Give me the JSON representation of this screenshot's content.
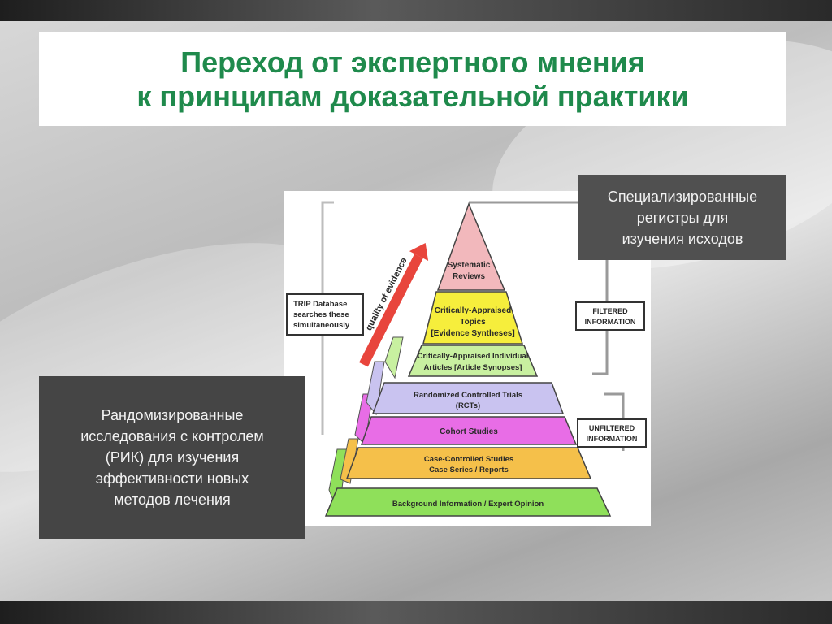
{
  "title": {
    "line1": "Переход от экспертного мнения",
    "line2": "к принципам доказательной практики"
  },
  "note_top": {
    "line1": "Специализированные",
    "line2": "регистры для",
    "line3": "изучения исходов"
  },
  "note_left": {
    "line1": "Рандомизированные",
    "line2": "исследования с контролем",
    "line3": "(РИК) для изучения",
    "line4": "эффективности новых",
    "line5": "методов лечения"
  },
  "pyramid": {
    "arrow_label": "quality of evidence",
    "trip_label": [
      "TRIP Database",
      "searches these",
      "simultaneously"
    ],
    "filtered_label": [
      "FILTERED",
      "INFORMATION"
    ],
    "unfiltered_label": [
      "UNFILTERED",
      "INFORMATION"
    ],
    "levels": [
      {
        "lines": [
          "Systematic",
          "Reviews"
        ],
        "color": "#f2b8bc"
      },
      {
        "lines": [
          "Critically-Appraised",
          "Topics",
          "[Evidence Syntheses]"
        ],
        "color": "#f6ee3c"
      },
      {
        "lines": [
          "Critically-Appraised Individual",
          "Articles [Article Synopses]"
        ],
        "color": "#c8f0a0"
      },
      {
        "lines": [
          "Randomized Controlled Trials",
          "(RCTs)"
        ],
        "color": "#c9c3f0"
      },
      {
        "lines": [
          "Cohort Studies"
        ],
        "color": "#e86de6"
      },
      {
        "lines": [
          "Case-Controlled Studies",
          "Case Series / Reports"
        ],
        "color": "#f5c04a"
      },
      {
        "lines": [
          "Background Information / Expert Opinion"
        ],
        "color": "#8fe05a"
      }
    ]
  }
}
